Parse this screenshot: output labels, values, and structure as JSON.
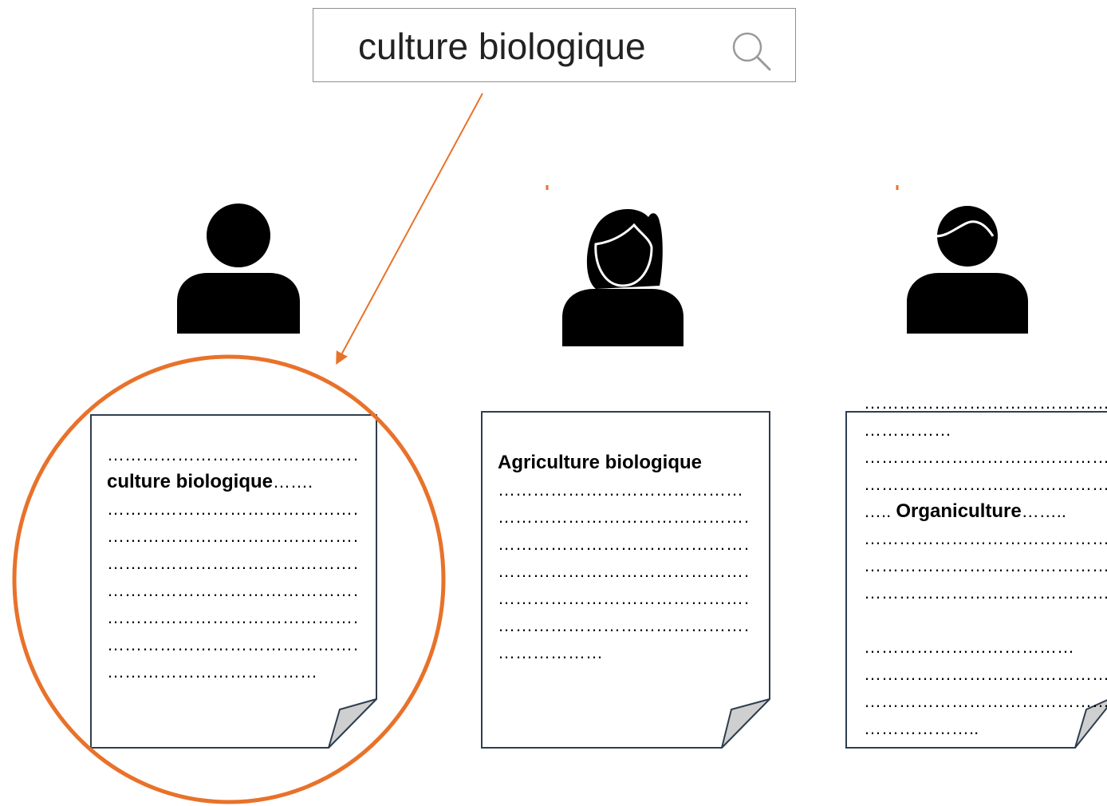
{
  "search": {
    "query": "culture biologique"
  },
  "documents": [
    {
      "lines": [
        {
          "text": "………………………………………"
        },
        {
          "bold": "culture biologique",
          "suffix": "……."
        },
        {
          "text": "………………………………………"
        },
        {
          "text": "………………………………………"
        },
        {
          "text": "………………………………………"
        },
        {
          "text": "………………………………………"
        },
        {
          "text": "………………………………………"
        },
        {
          "text": "………………………………………"
        },
        {
          "text": "………………………………"
        }
      ]
    },
    {
      "lines": [
        {
          "bold": "Agriculture biologique",
          "suffix": ""
        },
        {
          "text": "……………………………………"
        },
        {
          "text": "………………………………………"
        },
        {
          "text": "………………………………………"
        },
        {
          "text": "………………………………………"
        },
        {
          "text": "………………………………………"
        },
        {
          "text": "………………………………………"
        },
        {
          "text": "………………"
        }
      ]
    },
    {
      "lines": [
        {
          "text": "……………………………………………"
        },
        {
          "text": "……………"
        },
        {
          "text": "……………………………………………"
        },
        {
          "text": "……………………………………………"
        },
        {
          "prefix": "….. ",
          "bold": "Organiculture",
          "suffix": "…….."
        },
        {
          "text": "……………………………………………"
        },
        {
          "text": "……………………………………………"
        },
        {
          "text": "……………………………………………"
        },
        {
          "text": ""
        },
        {
          "text": "………………………………"
        },
        {
          "text": "……………………………………………"
        },
        {
          "text": "……………………………………………"
        },
        {
          "text": "……………….."
        }
      ]
    }
  ],
  "colors": {
    "accent": "#e8722a",
    "doc_border": "#2e3e50",
    "fold": "#cfcfcf",
    "search_border": "#8f8f8f"
  },
  "icons": {
    "search": "magnifier-icon",
    "users": [
      "person-icon",
      "woman-icon",
      "man-icon"
    ]
  }
}
